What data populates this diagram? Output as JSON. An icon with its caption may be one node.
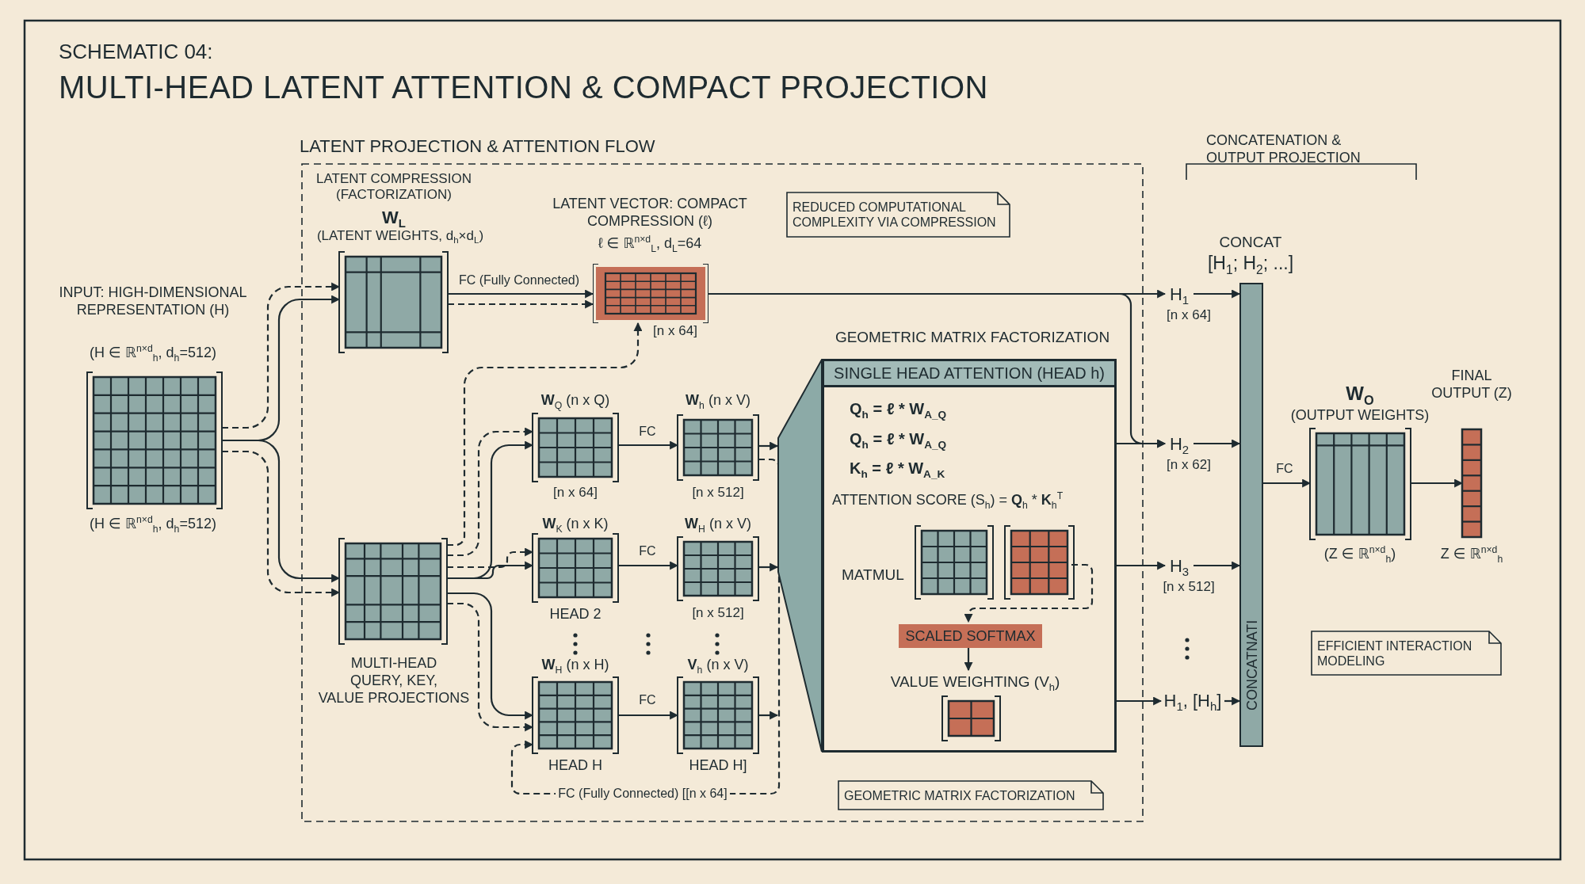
{
  "diagram": {
    "title": "MULTI-HEAD LATENT ATTENTION & COMPACT PROJECTION",
    "nodes": [
      {
        "text": [],
        "shape": "box",
        "beside": [
          "INPUT: HIGH-DIMENSIONAL REPRESENTATION (H)",
          "(H ∈ ℝ$^{n×d}$$_{h}$, d$_{h}$=512)",
          "(H ∈ ℝ$^{n×d}$$_{h}$, d$_{h}$=512)"
        ]
      },
      {
        "text": [
          "LATENT PROJECTION & ATTENTION FLOW"
        ]
      },
      {
        "text": [],
        "shape": "box",
        "in": 1,
        "beside": [
          "LATENT COMPRESSION (FACTORIZATION)",
          "W$_{L}$",
          "(LATENT WEIGHTS, d$_{h}$×d$_{L}$)"
        ]
      },
      {
        "text": [],
        "shape": "box",
        "in": 1,
        "beside": [
          "LATENT VECTOR: COMPACT COMPRESSION (ℓ)",
          "ℓ ∈ ℝ$^{n×d}$$_{L}$, d$_{L}$=64",
          "[n x 64]"
        ]
      },
      {
        "text": [
          "REDUCED COMPUTATIONAL COMPLEXITY VIA COMPRESSION"
        ],
        "in": 1
      },
      {
        "text": [],
        "shape": "box",
        "in": 1,
        "beside": [
          "MULTI-HEAD QUERY, KEY, VALUE PROJECTIONS"
        ]
      },
      {
        "text": [],
        "shape": "box",
        "in": 1,
        "beside": [
          "**W**$_{Q}$ (n x Q)",
          "[n x 64]"
        ]
      },
      {
        "text": [],
        "shape": "box",
        "in": 1,
        "beside": [
          "**W**$_{h}$ (n x V)",
          "[n x 512]"
        ]
      },
      {
        "text": [],
        "shape": "box",
        "in": 1,
        "beside": [
          "**W**$_{K}$ (n x K)",
          "HEAD 2"
        ]
      },
      {
        "text": [],
        "shape": "box",
        "in": 1,
        "beside": [
          "**W**$_{H}$ (n x V)",
          "[n x 512]"
        ]
      },
      {
        "text": [],
        "shape": "box",
        "in": 1,
        "beside": [
          "**W**$_{H}$ (n x H)",
          "HEAD H"
        ]
      },
      {
        "text": [],
        "shape": "box",
        "in": 1,
        "beside": [
          "**V**$_{h}$ (n x V)",
          "HEAD H]"
        ]
      },
      {
        "text": [
          "SINGLE HEAD ATTENTION (HEAD h)",
          "Q$_{h}$ = ℓ * W$_{A_Q}$",
          "Q$_{h}$ = ℓ * W$_{A_Q}$",
          "K$_{h}$ = ℓ * W$_{A_K}$",
          "ATTENTION SCORE (S$_{h}$) = **Q**$_{h}$ * **K**$_{h}$$^{T}$",
          "MATMUL"
        ],
        "in": 1,
        "beside": [
          "GEOMETRIC MATRIX FACTORIZATION"
        ]
      },
      {
        "text": [],
        "shape": "box",
        "in": 12
      },
      {
        "text": [],
        "shape": "box",
        "in": 12
      },
      {
        "text": [
          "SCALED SOFTMAX"
        ],
        "in": 12
      },
      {
        "text": [
          "VALUE WEIGHTING (V$_{h}$)"
        ],
        "in": 12
      },
      {
        "text": [
          "GEOMETRIC MATRIX FACTORIZATION"
        ],
        "in": 1
      },
      {
        "text": [
          "H$_{1}$"
        ],
        "beside": [
          "[n x 64]"
        ]
      },
      {
        "text": [
          "H$_{2}$"
        ],
        "beside": [
          "[n x 62]"
        ]
      },
      {
        "text": [
          "H$_{3}$"
        ],
        "beside": [
          "[n x 512]"
        ]
      },
      {
        "text": [
          "H$_{1}$, [H$_{h}$]"
        ]
      },
      {
        "text": [
          "CONCATNATI"
        ],
        "beside": [
          "CONCAT",
          "[H$_{1}$; H$_{2}$; ...]"
        ]
      },
      {
        "text": [],
        "shape": "box",
        "beside": [
          "W$_{O}$",
          "(OUTPUT WEIGHTS)",
          "(Z ∈ ℝ$^{n×d}$$_{h}$)"
        ]
      },
      {
        "text": [],
        "shape": "bar",
        "beside": [
          "FINAL OUTPUT (Z)",
          "Z ∈ ℝ$^{n×d}$$_{h}$"
        ]
      },
      {
        "text": [
          "EFFICIENT INTERACTION MODELING"
        ]
      },
      {
        "text": [],
        "shape": "trapezoid",
        "in": 1
      }
    ],
    "edges": [
      {
        "from": 0,
        "to": 2,
        "arrow": "to"
      },
      {
        "from": 0,
        "to": 2,
        "arrow": "to",
        "style": "dashed"
      },
      {
        "from": 0,
        "to": 5,
        "arrow": "to"
      },
      {
        "from": 0,
        "to": 5,
        "arrow": "to",
        "style": "dashed"
      },
      {
        "from": 2,
        "to": 3,
        "arrow": "to",
        "label": "FC (Fully Connected)"
      },
      {
        "from": 2,
        "to": 3,
        "arrow": "to",
        "style": "dashed"
      },
      {
        "from": 5,
        "to": 3,
        "arrow": "to",
        "style": "dashed"
      },
      {
        "from": 5,
        "to": 6,
        "arrow": "to"
      },
      {
        "from": 5,
        "to": 6,
        "arrow": "to",
        "style": "dashed"
      },
      {
        "from": 5,
        "to": 8,
        "arrow": "to"
      },
      {
        "from": 5,
        "to": 8,
        "arrow": "to",
        "style": "dashed"
      },
      {
        "from": 5,
        "to": 10,
        "arrow": "to"
      },
      {
        "from": 5,
        "to": 10,
        "arrow": "to",
        "style": "dashed"
      },
      {
        "from": 6,
        "to": 7,
        "arrow": "to",
        "label": "FC"
      },
      {
        "from": 8,
        "to": 9,
        "arrow": "to",
        "label": "FC"
      },
      {
        "from": 10,
        "to": 11,
        "arrow": "to",
        "label": "FC"
      },
      {
        "from": 7,
        "to": 10,
        "arrow": "to",
        "style": "dashed",
        "label": "FC (Fully Connected) [[n x 64]"
      },
      {
        "from": 7,
        "to": 26,
        "arrow": "to"
      },
      {
        "from": 9,
        "to": 26,
        "arrow": "to"
      },
      {
        "from": 11,
        "to": 26,
        "arrow": "to"
      },
      {
        "from": 14,
        "to": 15,
        "arrow": "to",
        "style": "dashed"
      },
      {
        "from": 15,
        "to": 16,
        "arrow": "to"
      },
      {
        "from": 3,
        "to": 18,
        "arrow": "to"
      },
      {
        "from": 3,
        "to": 19,
        "arrow": "to"
      },
      {
        "from": 12,
        "to": 19,
        "arrow": "to"
      },
      {
        "from": 12,
        "to": 20,
        "arrow": "to"
      },
      {
        "from": 12,
        "to": 21,
        "arrow": "to"
      },
      {
        "from": 18,
        "to": 22,
        "arrow": "to"
      },
      {
        "from": 19,
        "to": 22,
        "arrow": "to"
      },
      {
        "from": 20,
        "to": 22,
        "arrow": "to"
      },
      {
        "from": 21,
        "to": 22,
        "arrow": "to"
      },
      {
        "from": 22,
        "to": 23,
        "arrow": "to",
        "label": "FC"
      },
      {
        "from": 23,
        "to": 24,
        "arrow": "to"
      }
    ],
    "labels": [
      "SCHEMATIC 04:",
      "CONCATENATION & OUTPUT PROJECTION"
    ]
  }
}
